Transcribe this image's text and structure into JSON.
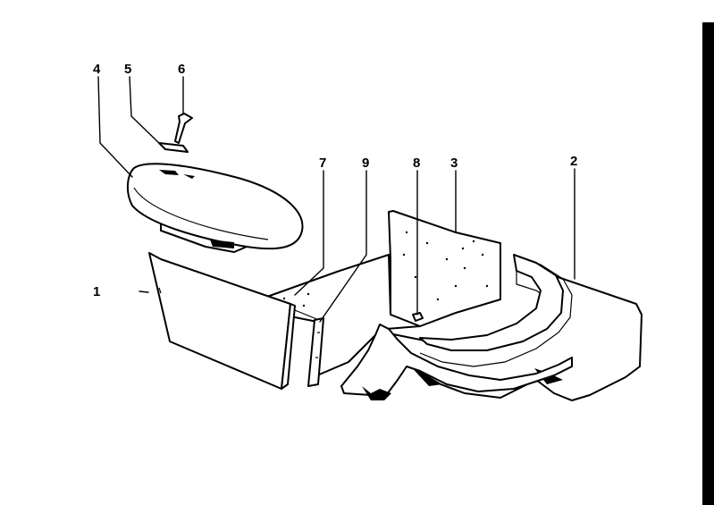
{
  "diagram": {
    "callouts": [
      {
        "id": "c1",
        "label": "1"
      },
      {
        "id": "c2",
        "label": "2"
      },
      {
        "id": "c3",
        "label": "3"
      },
      {
        "id": "c4",
        "label": "4"
      },
      {
        "id": "c5",
        "label": "5"
      },
      {
        "id": "c6",
        "label": "6"
      },
      {
        "id": "c7",
        "label": "7"
      },
      {
        "id": "c8",
        "label": "8"
      },
      {
        "id": "c9",
        "label": "9"
      }
    ],
    "line_color": "#000000",
    "background": "#ffffff"
  }
}
